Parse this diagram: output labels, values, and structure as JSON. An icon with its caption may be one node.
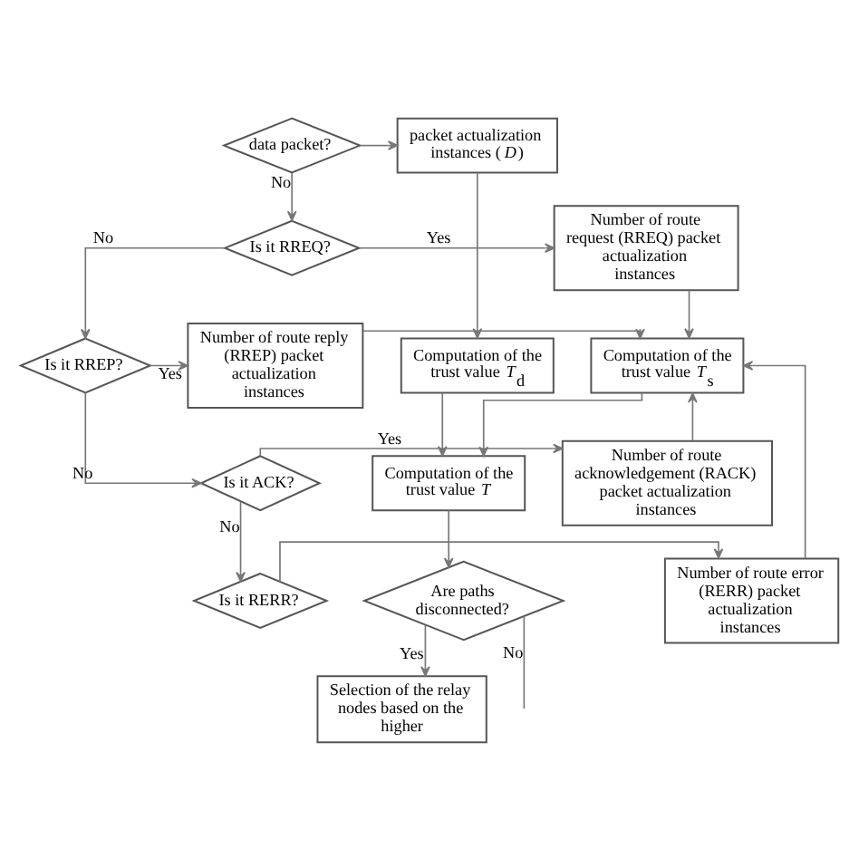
{
  "diagram": {
    "nodes": [
      {
        "text": [
          "packet actualization instances (*D*)"
        ]
      },
      {
        "text": [
          "data packet?"
        ]
      },
      {
        "text": [
          "Is it RREQ?"
        ]
      },
      {
        "text": [
          "Number of route request (RREQ) packet actualization instances"
        ]
      },
      {
        "text": [
          "Is it RREP?"
        ]
      },
      {
        "text": [
          "Number of route reply (RREP) packet actualization instances"
        ]
      },
      {
        "text": [
          "Is it ACK?"
        ]
      },
      {
        "text": [
          "Number of route acknowledgement (RACK) packet actualization instances"
        ]
      },
      {
        "text": [
          "Is it RERR?"
        ]
      },
      {
        "text": [
          "Number of route error (RERR) packet actualization instances"
        ]
      },
      {
        "text": [
          "Computation of the trust value *T*$_{s}$"
        ]
      },
      {
        "text": [
          "Computation of the trust value *T*$_{d}$"
        ]
      },
      {
        "text": [
          "Computation of the trust value *T*"
        ]
      },
      {
        "text": [
          "Are paths disconnected?"
        ]
      },
      {
        "text": [
          "Selection of the relay nodes based on the higher"
        ]
      }
    ],
    "edges": [
      {
        "from": 1,
        "to": 0,
        "arrow": "to"
      },
      {
        "from": 1,
        "to": 2,
        "arrow": "to",
        "label": "No"
      },
      {
        "from": 2,
        "to": 3,
        "arrow": "to",
        "label": "Yes"
      },
      {
        "from": 2,
        "to": 4,
        "arrow": "to",
        "label": "No"
      },
      {
        "from": 4,
        "to": 5,
        "arrow": "to",
        "label": "Yes"
      },
      {
        "from": 4,
        "to": 6,
        "arrow": "to",
        "label": "No"
      },
      {
        "from": 6,
        "to": 7,
        "arrow": "to",
        "label": "Yes"
      },
      {
        "from": 6,
        "to": 8,
        "arrow": "to",
        "label": "No"
      },
      {
        "from": 8,
        "to": 9,
        "arrow": "to"
      },
      {
        "from": 3,
        "to": 10,
        "arrow": "to"
      },
      {
        "from": 5,
        "to": 10,
        "arrow": "to"
      },
      {
        "from": 7,
        "to": 10,
        "arrow": "to"
      },
      {
        "from": 9,
        "to": 10,
        "arrow": "to"
      },
      {
        "from": 0,
        "to": 11,
        "arrow": "to"
      },
      {
        "from": 11,
        "to": 12,
        "arrow": "to"
      },
      {
        "from": 10,
        "to": 12,
        "arrow": "to"
      },
      {
        "from": 12,
        "to": 13,
        "arrow": "to"
      },
      {
        "from": 13,
        "to": 14,
        "arrow": "to",
        "label": "Yes"
      },
      {
        "from": 13,
        "to": null,
        "arrow": "none",
        "label": "No"
      }
    ]
  }
}
